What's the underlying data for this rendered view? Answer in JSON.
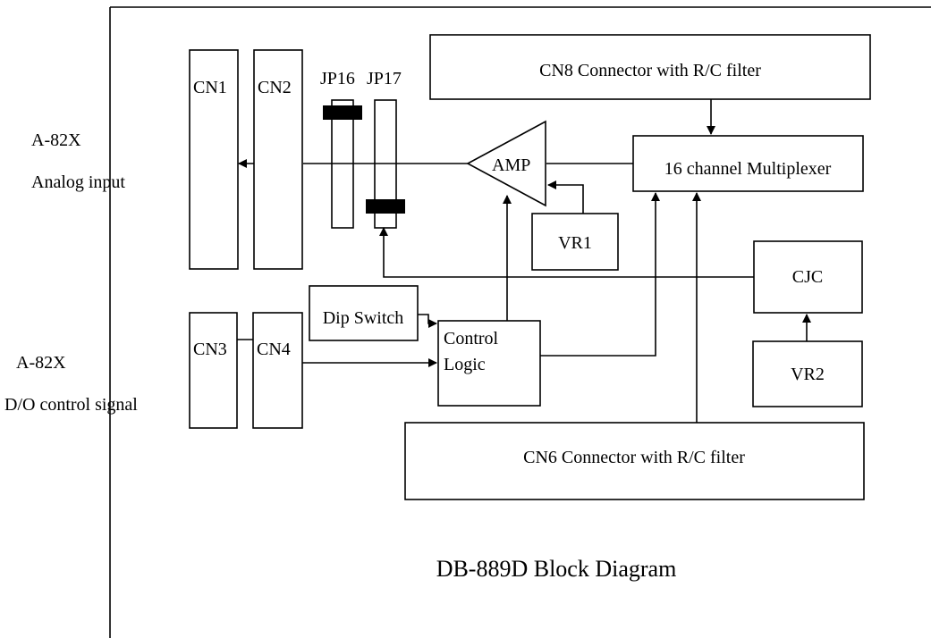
{
  "side_labels": {
    "top_line1": "A-82X",
    "top_line2": "Analog input",
    "bottom_line1": "A-82X",
    "bottom_line2": "D/O control signal"
  },
  "blocks": {
    "cn1": "CN1",
    "cn2": "CN2",
    "cn3": "CN3",
    "cn4": "CN4",
    "jp16": "JP16",
    "jp17": "JP17",
    "cn8": "CN8 Connector with R/C filter",
    "mux": "16 channel Multiplexer",
    "amp": "AMP",
    "vr1": "VR1",
    "cjc": "CJC",
    "vr2": "VR2",
    "dip": "Dip Switch",
    "control_line1": "Control",
    "control_line2": "Logic",
    "cn6": "CN6 Connector with R/C filter"
  },
  "caption": "DB-889D Block Diagram"
}
